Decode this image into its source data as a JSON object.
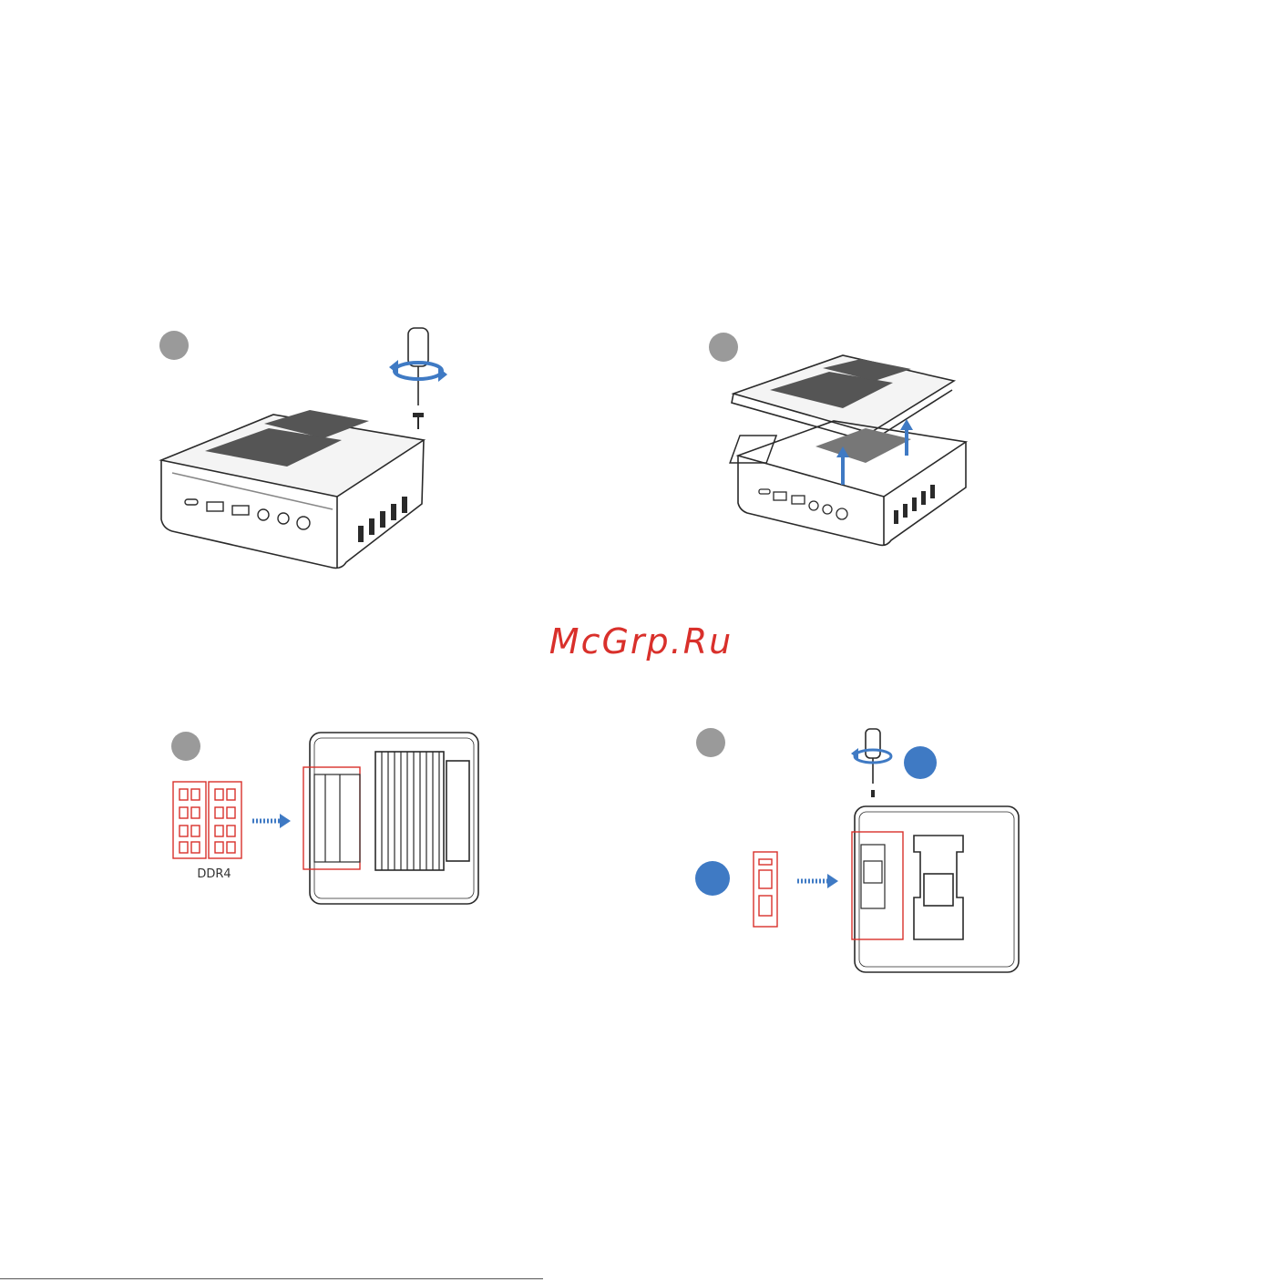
{
  "watermark": {
    "text": "McGrp.Ru",
    "color": "#d9302b"
  },
  "steps": [
    {
      "panel": "remove-bottom-screws"
    },
    {
      "panel": "lift-bottom-cover"
    },
    {
      "panel": "install-ram"
    },
    {
      "panel": "install-ssd"
    }
  ],
  "memory": {
    "label": "DDR4"
  },
  "colors": {
    "line": "#2a2a2a",
    "accent_blue": "#3f7ac4",
    "badge_gray": "#9a9a9a",
    "highlight_red": "#d9302b"
  },
  "icons": [
    "screwdriver-icon",
    "rotate-arrow-icon",
    "screw-icon",
    "up-arrow-icon",
    "right-arrow-icon",
    "ram-module-icon",
    "m2-ssd-icon"
  ]
}
